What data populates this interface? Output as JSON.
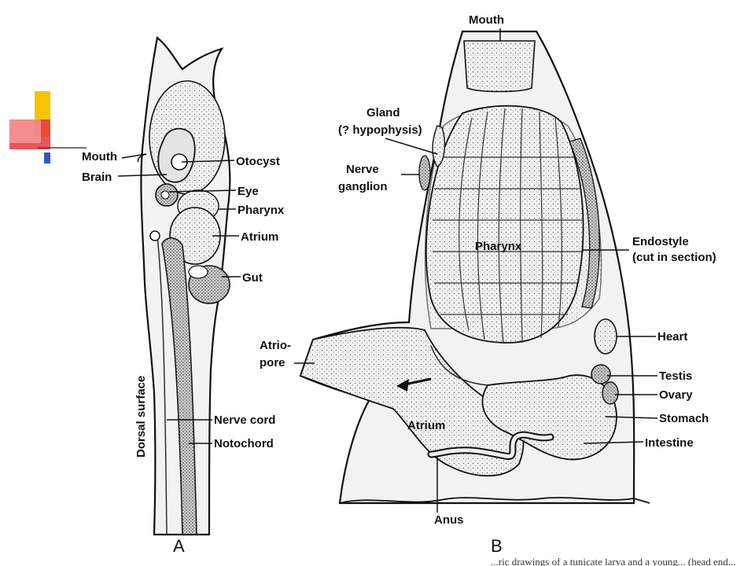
{
  "slide_decoration": {
    "colors": {
      "yellow": "#f5c400",
      "red": "#e8363a",
      "blue": "#3a4fc4",
      "pink": "#f3a6a6"
    }
  },
  "figure_a": {
    "panel_label": "A",
    "labels": {
      "mouth": "Mouth",
      "brain": "Brain",
      "otocyst": "Otocyst",
      "eye": "Eye",
      "pharynx": "Pharynx",
      "atrium": "Atrium",
      "gut": "Gut",
      "nerve_cord": "Nerve cord",
      "notochord": "Notochord",
      "dorsal_surface": "Dorsal surface"
    }
  },
  "figure_b": {
    "panel_label": "B",
    "labels": {
      "mouth": "Mouth",
      "gland_1": "Gland",
      "gland_2": "(? hypophysis)",
      "nerve_ganglion_1": "Nerve",
      "nerve_ganglion_2": "ganglion",
      "pharynx": "Pharynx",
      "endostyle_1": "Endostyle",
      "endostyle_2": "(cut in section)",
      "heart": "Heart",
      "atriopore_1": "Atrio-",
      "atriopore_2": "pore",
      "testis": "Testis",
      "ovary": "Ovary",
      "stomach": "Stomach",
      "atrium": "Atrium",
      "intestine": "Intestine",
      "anus": "Anus"
    }
  },
  "caption_fragment": "...ric drawings of a tunicate larva and a young... (head end..."
}
